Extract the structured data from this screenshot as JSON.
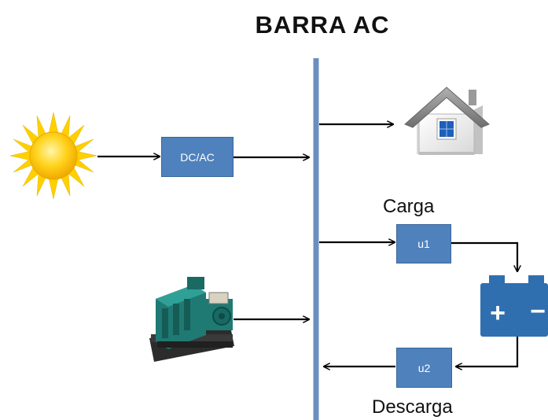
{
  "title": "BARRA AC",
  "converter_label": "DC/AC",
  "u1_label": "u1",
  "u2_label": "u2",
  "carga_label": "Carga",
  "descarga_label": "Descarga",
  "battery_plus": "+",
  "battery_minus": "−",
  "icons": [
    "sun-icon",
    "house-icon",
    "generator-icon",
    "battery-icon"
  ],
  "colors": {
    "bus": "#6a8fbf",
    "box": "#4f81bd",
    "battery": "#2f6fb0",
    "sun": "#f6c800",
    "house_roof": "#8a8a8a",
    "generator": "#1f7a73"
  }
}
